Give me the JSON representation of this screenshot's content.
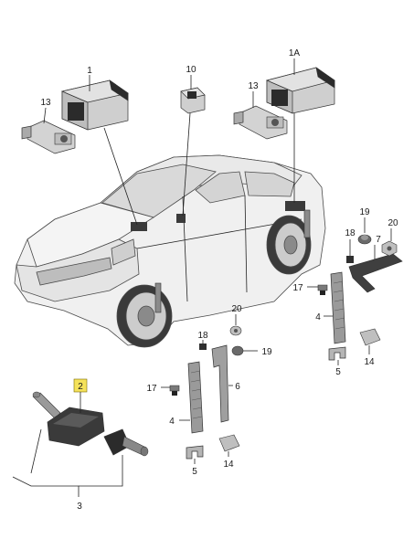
{
  "diagram": {
    "callouts": {
      "c1": "1",
      "c1A": "1A",
      "c2": "2",
      "c3": "3",
      "c4a": "4",
      "c4b": "4",
      "c5a": "5",
      "c5b": "5",
      "c6": "6",
      "c7": "7",
      "c10": "10",
      "c13a": "13",
      "c13b": "13",
      "c14a": "14",
      "c14b": "14",
      "c17a": "17",
      "c17b": "17",
      "c18a": "18",
      "c18b": "18",
      "c19a": "19",
      "c19b": "19",
      "c20a": "20",
      "c20b": "20"
    },
    "colors": {
      "highlight": "#f5e25a",
      "part_fill": "#d9d9d9",
      "part_dark": "#3a3a3a",
      "car_fill": "#efefef",
      "glass": "#d6d6d6"
    },
    "icons": [
      "control-module",
      "antenna",
      "tire-pressure-sensor",
      "valve-stem",
      "bracket",
      "clip",
      "bolt",
      "nut",
      "grommet"
    ]
  }
}
